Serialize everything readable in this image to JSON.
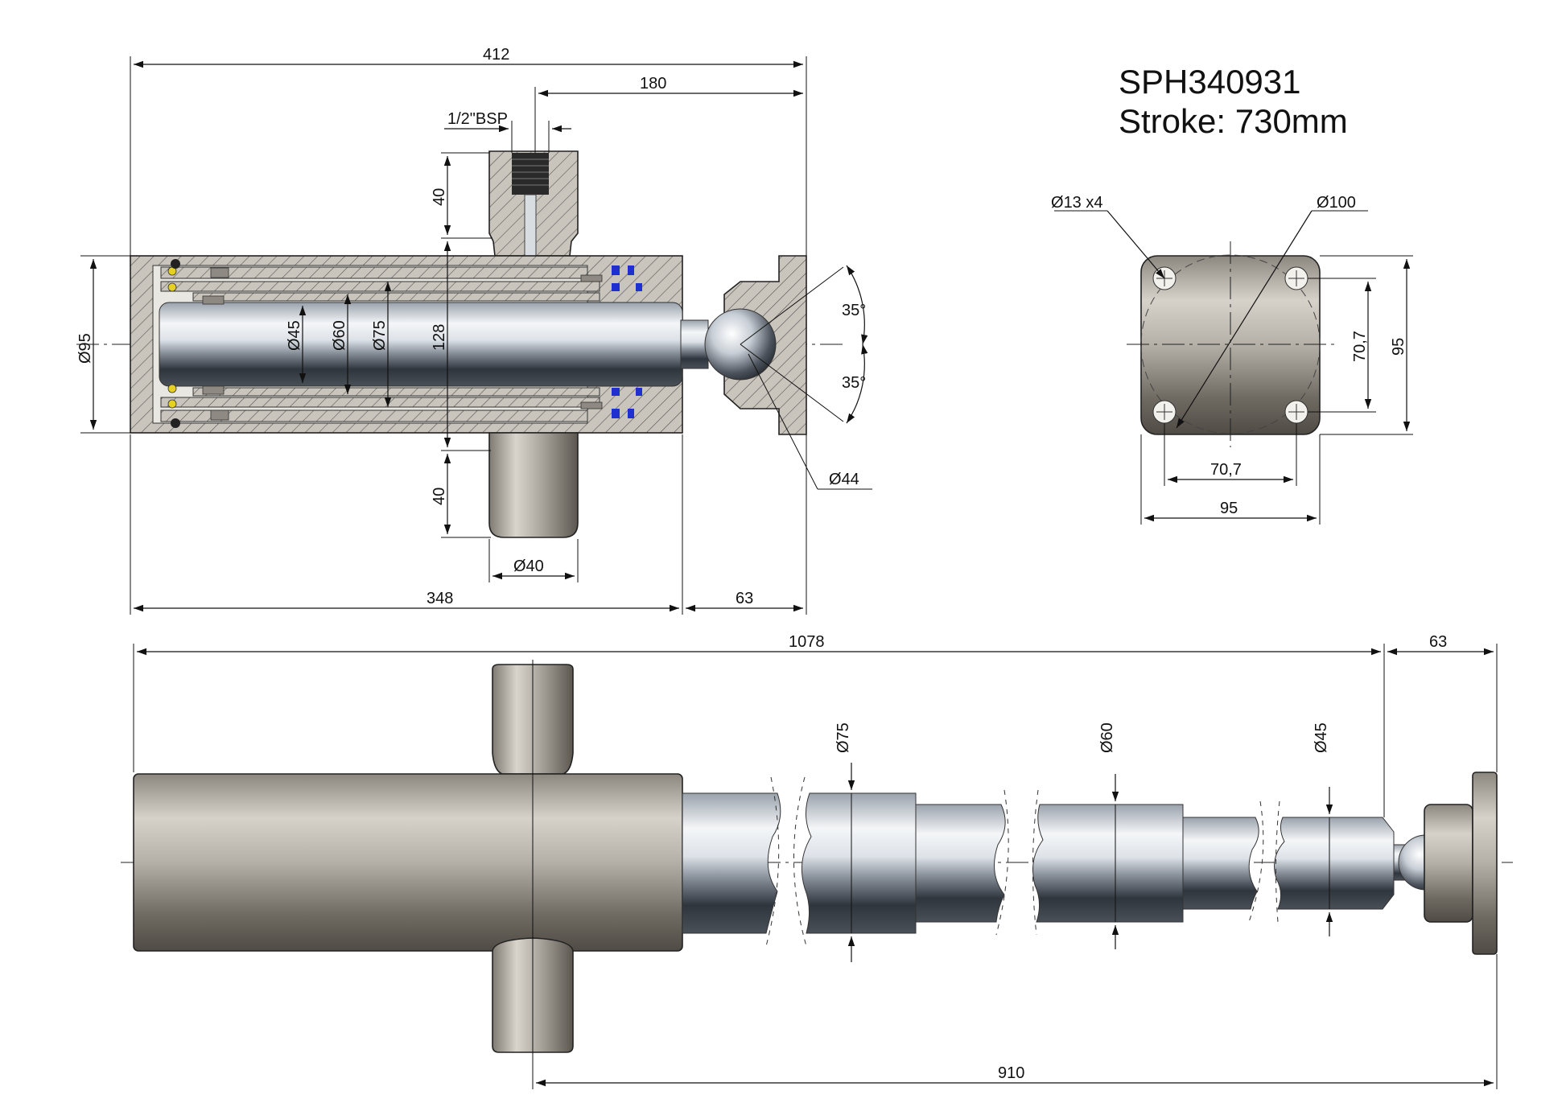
{
  "title": {
    "part_number": "SPH340931",
    "stroke": "Stroke: 730mm"
  },
  "section_view": {
    "overall_length": "412",
    "port_offset": "180",
    "port_thread": "1/2\"BSP",
    "trunnion_height_top": "40",
    "trunnion_height_bottom": "40",
    "body_diameter": "95",
    "stage1_diameter": "45",
    "stage2_diameter": "60",
    "stage3_diameter": "75",
    "inner_height": "128",
    "ball_diameter": "44",
    "angle_top": "35°",
    "angle_bottom": "35°",
    "trunnion_diameter": "Ø40",
    "body_length": "348",
    "mount_length": "63"
  },
  "flange_view": {
    "hole_callout": "13 x4",
    "pcd": "100",
    "hole_spacing_v": "70,7",
    "flange_height": "95",
    "hole_spacing_h": "70,7",
    "flange_width": "95"
  },
  "extended_view": {
    "extended_length": "1078",
    "end_mount": "63",
    "stage3_diameter": "75",
    "stage2_diameter": "60",
    "stage1_diameter": "45",
    "trunnion_to_end": "910"
  },
  "symbols": {
    "diameter": "Ø"
  },
  "colors": {
    "steel_light": "#d8d4cc",
    "steel_dark": "#6f6a61",
    "chrome_light": "#f2f4f6",
    "chrome_dark": "#3c424a",
    "section_fill": "#c9c4bc",
    "seal_blue": "#1f2fd0",
    "seal_yellow": "#e6d11e",
    "port_thread": "#2a2a2a"
  }
}
